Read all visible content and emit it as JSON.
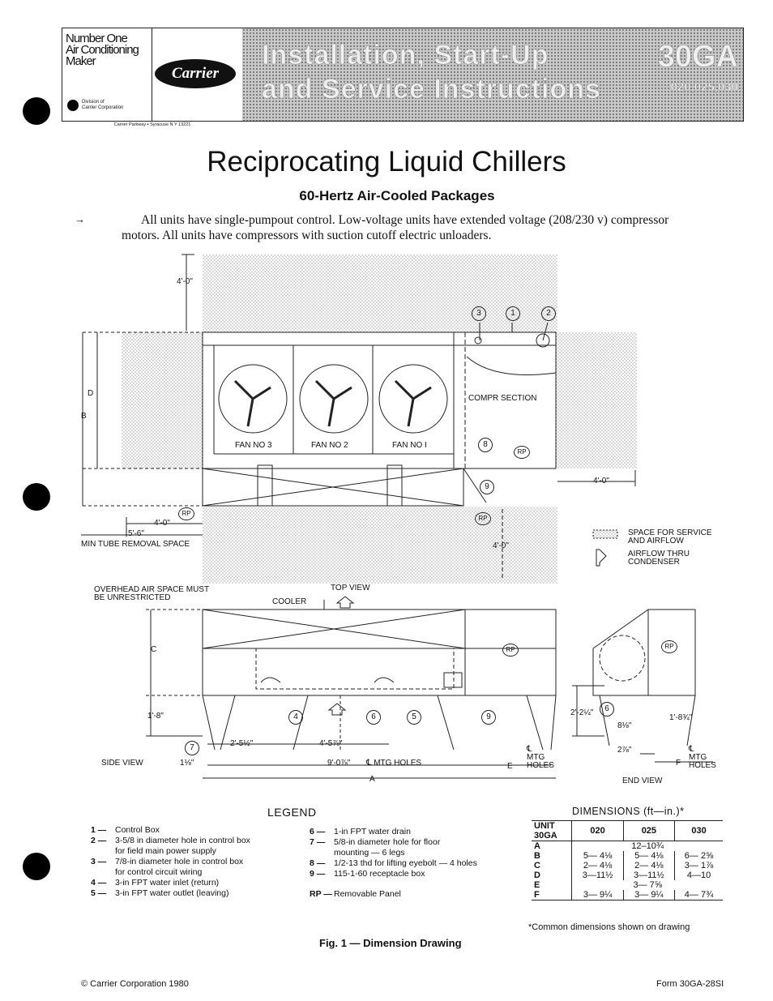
{
  "header": {
    "tagline": [
      "Number One",
      "Air Conditioning",
      "Maker"
    ],
    "division": [
      "Division of",
      "Carrier Corporation"
    ],
    "address": "Carrier Parkway ▪ Syracuse N Y 13221",
    "brand": "Carrier",
    "banner_line1": "Installation, Start-Up",
    "banner_line2": "and Service Instructions",
    "model": "30GA",
    "model_sub": "020,025,030"
  },
  "title": "Reciprocating Liquid Chillers",
  "subtitle": "60-Hertz Air-Cooled Packages",
  "intro_arrow": "→",
  "intro": "All units have single-pumpout control. Low-voltage units have extended voltage (208/230 v) compressor motors. All units have compressors with suction cutoff electric unloaders.",
  "drawing": {
    "top_clearance": "4'-0\"",
    "label_d": "D",
    "label_b": "B",
    "label_c": "C",
    "compr_section": "COMPR SECTION",
    "fan3": "FAN NO 3",
    "fan2": "FAN NO 2",
    "fan1": "FAN NO I",
    "right_clearance": "4'-0\"",
    "front_clearance": "4'-0\"",
    "left_clearance": "4'-0\"",
    "tube_dim": "5'-6\"",
    "tube_removal": "MIN TUBE REMOVAL SPACE",
    "rp": "RP",
    "legend_space": [
      "SPACE FOR SERVICE",
      "AND AIRFLOW"
    ],
    "legend_airflow": [
      "AIRFLOW THRU",
      "CONDENSER"
    ],
    "overhead": [
      "OVERHEAD AIR SPACE MUST",
      "BE UNRESTRICTED"
    ],
    "top_view": "TOP VIEW",
    "cooler": "COOLER",
    "height_leg": "1'-8\"",
    "dim_2_5": "2'-5½\"",
    "dim_4_5": "4'-5⅞\"",
    "dim_9_0": "9'-0⅞\"",
    "mtg_holes": "℄ MTG HOLES",
    "label_a": "A",
    "label_e": "E",
    "cl_mtg": [
      "℄",
      "MTG",
      "HOLES"
    ],
    "side_view": "SIDE VIEW",
    "dim_1_1": "1⅛\"",
    "end_dim_2_2": "2'-2¼\"",
    "end_dim_8": "8⅛\"",
    "end_dim_1_8": "1'-8¾\"",
    "end_dim_2": "2⅞\"",
    "label_f": "F",
    "end_view": "END VIEW",
    "callouts": [
      "1",
      "2",
      "3",
      "4",
      "5",
      "6",
      "7",
      "8",
      "9"
    ]
  },
  "legend": {
    "title": "LEGEND",
    "items": [
      {
        "n": "1 —",
        "text": [
          "Control Box"
        ]
      },
      {
        "n": "2 —",
        "text": [
          "3-5/8 in diameter hole in control box",
          "for field main power supply"
        ]
      },
      {
        "n": "3 —",
        "text": [
          "7/8-in diameter hole in control box",
          "for control circuit wiring"
        ]
      },
      {
        "n": "4 —",
        "text": [
          "3-in FPT water inlet (return)"
        ]
      },
      {
        "n": "5 —",
        "text": [
          "3-in FPT water outlet (leaving)"
        ]
      },
      {
        "n": "6 —",
        "text": [
          "1-in FPT water drain"
        ]
      },
      {
        "n": "7 —",
        "text": [
          "5/8-in diameter hole for floor",
          "mounting — 6 legs"
        ]
      },
      {
        "n": "8 —",
        "text": [
          "1/2-13 thd for lifting eyebolt — 4 holes"
        ]
      },
      {
        "n": "9 —",
        "text": [
          "115-1-60 receptacle box"
        ]
      },
      {
        "n": "RP —",
        "text": [
          "Removable Panel"
        ]
      }
    ]
  },
  "dimensions": {
    "title": "DIMENSIONS (ft—in.)*",
    "unit_header": [
      "UNIT",
      "30GA"
    ],
    "columns": [
      "020",
      "025",
      "030"
    ],
    "rows": [
      {
        "label": "A",
        "common": "12–10¾"
      },
      {
        "label": "B",
        "values": [
          "5— 4⅛",
          "5— 4⅛",
          "6— 2⅝"
        ]
      },
      {
        "label": "C",
        "values": [
          "2— 4⅛",
          "2— 4⅛",
          "3— 1⅞"
        ]
      },
      {
        "label": "D",
        "values": [
          "3—11½",
          "3—11½",
          "4—10"
        ]
      },
      {
        "label": "E",
        "common": "3— 7⅝"
      },
      {
        "label": "F",
        "values": [
          "3— 9¼",
          "3— 9¼",
          "4— 7¾"
        ]
      }
    ],
    "note": "*Common dimensions shown on drawing"
  },
  "figure_caption": "Fig. 1 — Dimension Drawing",
  "copyright": "© Carrier Corporation 1980",
  "form": "Form 30GA-28SI"
}
